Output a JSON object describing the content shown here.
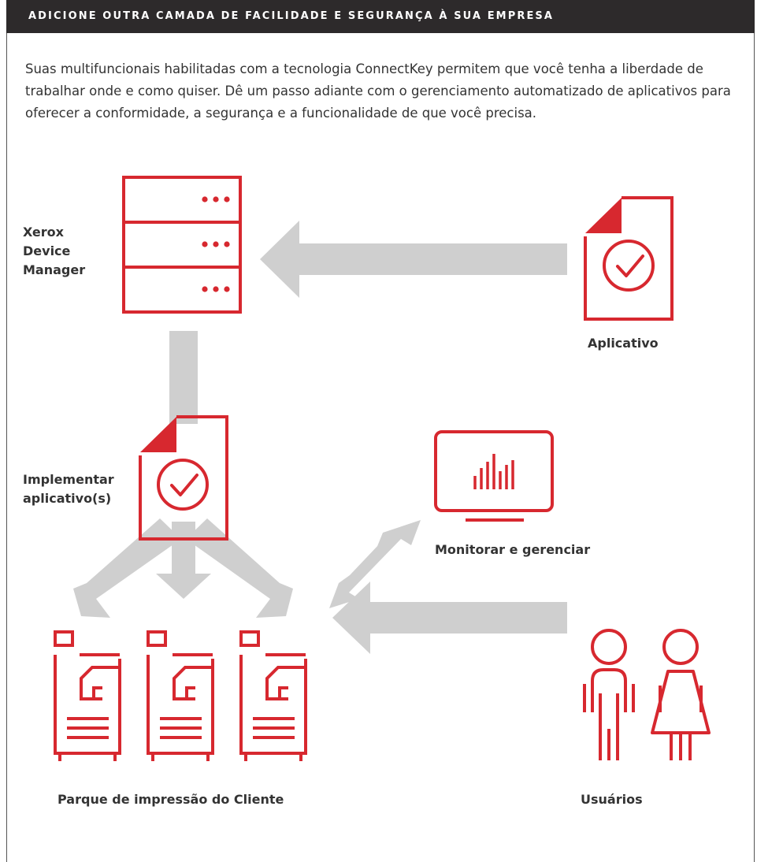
{
  "header": {
    "title": "ADICIONE OUTRA CAMADA DE FACILIDADE E SEGURANÇA À SUA EMPRESA"
  },
  "intro": {
    "text": "Suas multifuncionais habilitadas com a tecnologia ConnectKey permitem que você tenha a liberdade de trabalhar onde e como quiser. Dê um passo adiante com o gerenciamento automatizado de aplicativos para oferecer a conformidade, a segurança e a funcionalidade de que você precisa."
  },
  "diagram": {
    "colors": {
      "accent": "#d7282f",
      "arrow": "#cfcfcf",
      "text": "#333333",
      "header_bg": "#2d2a2b"
    },
    "nodes": {
      "device_manager": {
        "line1": "Xerox",
        "line2": "Device",
        "line3": "Manager",
        "icon": "server-icon"
      },
      "app": {
        "label": "Aplicativo",
        "icon": "document-check-icon"
      },
      "deploy": {
        "line1": "Implementar",
        "line2": "aplicativo(s)",
        "icon": "document-check-icon"
      },
      "monitor": {
        "label": "Monitorar e gerenciar",
        "icon": "monitor-chart-icon"
      },
      "fleet": {
        "label": "Parque de impressão do Cliente",
        "icon": "printer-icon"
      },
      "users": {
        "label": "Usuários",
        "icon": "users-icon"
      }
    }
  }
}
